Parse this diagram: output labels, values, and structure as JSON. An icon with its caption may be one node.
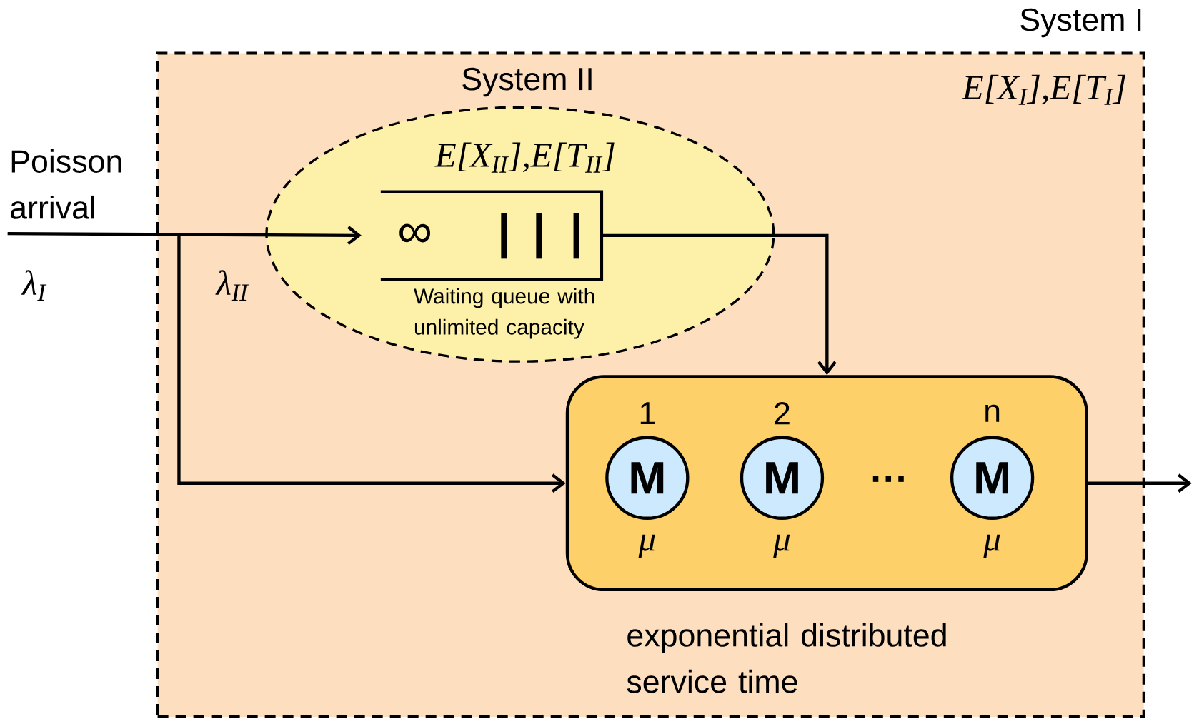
{
  "diagram": {
    "nodes": [
      {
        "text": [
          "System I",
          "E[X$_{I}$],E[T$_{I}$]"
        ]
      },
      {
        "text": [
          "System II",
          "E[X$_{II}$],E[T$_{II}$]"
        ],
        "in": 0
      },
      {
        "text": [
          "∞"
        ],
        "in": 1,
        "beside": [
          "Waiting queue with unlimited capacity"
        ]
      },
      {
        "text": [],
        "shape": "box",
        "in": 0,
        "beside": [
          "exponential distributed service time"
        ]
      },
      {
        "text": [
          "M"
        ],
        "in": 3,
        "beside": [
          "1",
          "μ"
        ]
      },
      {
        "text": [
          "M"
        ],
        "in": 3,
        "beside": [
          "2",
          "μ"
        ]
      },
      {
        "text": [
          "M"
        ],
        "in": 3,
        "beside": [
          "n",
          "μ"
        ]
      }
    ],
    "edges": [
      {
        "from": null,
        "to": 2,
        "arrow": "to"
      },
      {
        "from": null,
        "to": 3,
        "arrow": "to"
      },
      {
        "from": 2,
        "to": 3,
        "arrow": "to"
      },
      {
        "from": 3,
        "to": null,
        "arrow": "to"
      }
    ],
    "labels": [
      "Poisson arrival",
      "λ$_{I}$",
      "λ$_{II}$",
      "···"
    ]
  }
}
